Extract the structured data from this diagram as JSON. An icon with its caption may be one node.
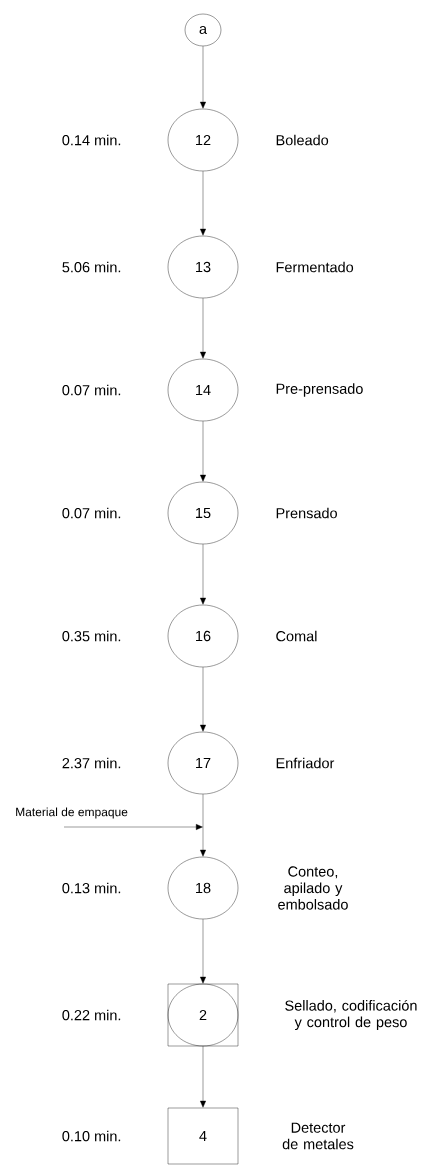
{
  "diagram": {
    "nodes": [
      {
        "text": [
          "a"
        ]
      },
      {
        "text": [
          "12"
        ],
        "beside": [
          "0.14  min.",
          "Boleado"
        ]
      },
      {
        "text": [
          "13"
        ],
        "beside": [
          "5.06 min.",
          "Fermentado"
        ]
      },
      {
        "text": [
          "14"
        ],
        "beside": [
          "0.07 min.",
          "Pre-prensado"
        ]
      },
      {
        "text": [
          "15"
        ],
        "beside": [
          "0.07 min.",
          "Prensado"
        ]
      },
      {
        "text": [
          "16"
        ],
        "beside": [
          "0.35 min.",
          "Comal"
        ]
      },
      {
        "text": [
          "17"
        ],
        "beside": [
          "2.37 min.",
          "Enfriador"
        ]
      },
      {
        "text": [
          "Material de empaque"
        ]
      },
      {
        "text": [
          "18"
        ],
        "beside": [
          "0.13 min.",
          "Conteo, apilado y embolsado"
        ]
      },
      {
        "text": [
          "2"
        ],
        "beside": [
          "0.22 min.",
          "Sellado, codificación y control de peso"
        ]
      },
      {
        "text": [
          "4"
        ],
        "beside": [
          "0.10 min.",
          "Detector de metales"
        ]
      }
    ],
    "edges": [
      {
        "from": 0,
        "to": 1,
        "arrow": "to"
      },
      {
        "from": 1,
        "to": 2,
        "arrow": "to"
      },
      {
        "from": 2,
        "to": 3,
        "arrow": "to"
      },
      {
        "from": 3,
        "to": 4,
        "arrow": "to"
      },
      {
        "from": 4,
        "to": 5,
        "arrow": "to"
      },
      {
        "from": 5,
        "to": 6,
        "arrow": "to"
      },
      {
        "from": 6,
        "to": 8,
        "arrow": "to"
      },
      {
        "from": 7,
        "to": null,
        "arrow": "to"
      },
      {
        "from": 8,
        "to": 9,
        "arrow": "to"
      },
      {
        "from": 9,
        "to": 10,
        "arrow": "to"
      }
    ]
  }
}
